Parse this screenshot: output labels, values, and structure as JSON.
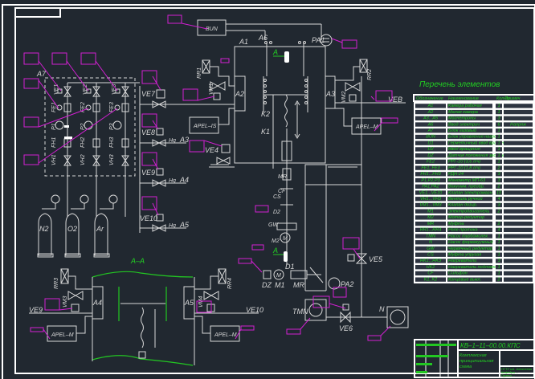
{
  "drawing": {
    "section_label": "A–A",
    "components": {
      "bun": "BUN",
      "a1": "A1",
      "a2": "A2",
      "a3": "A3",
      "a4": "A4",
      "a5": "A5",
      "a6": "A6",
      "a7": "A7",
      "pa1": "PA1",
      "pa2": "PA2",
      "rr1": "RR1",
      "rr2": "RR2",
      "rr3": "RR3",
      "rr4": "RR4",
      "vm1": "VM1",
      "vm2": "VM2",
      "vm3": "VM3",
      "vm4": "VM4",
      "ve1": "VE1",
      "ve2": "VE2",
      "ve3": "VE3",
      "ve4": "VE4",
      "ve5": "VE5",
      "ve6": "VE6",
      "ve7": "VE7",
      "ve8": "VE8",
      "ve9": "VE9",
      "ve10": "VE10",
      "veb": "VEB",
      "fe1": "FE1",
      "fe2": "FE2",
      "fe3": "FE3",
      "p1": "P1",
      "p2": "P2",
      "p3": "P3",
      "fh1": "FH1",
      "fh2": "FH2",
      "fh3": "FH3",
      "vh1": "VH1",
      "vh2": "VH2",
      "vh3": "VH3",
      "k1": "K1",
      "k2": "K2",
      "mr": "MR",
      "cs": "CS",
      "cf": "CF",
      "d1": "D1",
      "d2": "D2",
      "dz": "DZ",
      "gw": "GW",
      "m1": "M1",
      "m2": "M2",
      "m": "M",
      "tmn": "TMN",
      "n": "N",
      "apel_is": "APEL–IS",
      "apel_m": "APEL–M",
      "gas_n2": "N2",
      "gas_o2": "O2",
      "gas_ar": "Ar",
      "line_a3": "A3",
      "line_a4": "A4",
      "line_a5": "A5",
      "hg": "Hg",
      "section_marker": "A"
    }
  },
  "parts_list": {
    "title": "Перечень элементов",
    "columns": [
      "Обозначение",
      "Наименование",
      "Кол-во",
      "Примеч"
    ],
    "rows": [
      [
        "A1",
        "Камера рабочая",
        "1",
        ""
      ],
      [
        "A2",
        "Малая камера",
        "1",
        ""
      ],
      [
        "A3...A5",
        "Магнетроны",
        "3",
        ""
      ],
      [
        "A6",
        "Ввод электрич",
        "6",
        "Напряж"
      ],
      [
        "A7",
        "Блок газовый",
        "1",
        ""
      ],
      [
        "BUN",
        "Блок управления нагрева",
        "1",
        ""
      ],
      [
        "D1",
        "Герметичный ввод вращения",
        "1",
        ""
      ],
      [
        "D2",
        "Ввод вращения",
        "1",
        ""
      ],
      [
        "DZ",
        "Датчик положения заслонки",
        "1",
        ""
      ],
      [
        "FE2",
        "РРГ-10 (3,6 л/ч)",
        "1",
        ""
      ],
      [
        "FE1, FE3",
        "РРГ-10 (1,8 л/ч)",
        "2",
        ""
      ],
      [
        "FH1...FH3",
        "РДН-24",
        "3",
        ""
      ],
      [
        "P1,P2,P3",
        "Манометр МП-63",
        "3",
        ""
      ],
      [
        "PA1,PA2",
        "Вакуумм. преобр.",
        "2",
        ""
      ],
      [
        "VE1...VE10",
        "Клапан электромагн.",
        "10",
        ""
      ],
      [
        "VH1...VH3",
        "Вентиль ручной",
        "4",
        ""
      ],
      [
        "VM1...VM3",
        "Клапан дозир.",
        "3",
        ""
      ],
      [
        "M1",
        "Электродвигатель",
        "2",
        ""
      ],
      [
        "M2",
        "Мотор-редуктор",
        "",
        ""
      ],
      [
        "MR",
        "Муфта",
        "2",
        ""
      ],
      [
        "RR1...RR4",
        "Реле протока",
        "4",
        ""
      ],
      [
        "TMN",
        "Насос турбомолек.",
        "1",
        ""
      ],
      [
        "N",
        "Насос форвакуумный",
        "1",
        ""
      ],
      [
        "GW",
        "Червячный редуктор",
        "1",
        ""
      ],
      [
        "CS",
        "Муфта упругая",
        "1",
        ""
      ],
      [
        "HK1...HK3",
        "Нагреватели",
        "3",
        ""
      ],
      [
        "HK2",
        "Нагреватель подложки",
        "1",
        ""
      ],
      [
        "CF",
        "Сильфон",
        "1",
        ""
      ],
      [
        "K1, K2",
        "Концевые выкл.",
        "2",
        ""
      ]
    ]
  },
  "title_block": {
    "code": "КВ–1–11–00.00.КПС",
    "name_line1": "Комплексная",
    "name_line2": "принципиальная",
    "name_line3": "схема",
    "org_line1": "НГТУ им. Алексеева",
    "org_line2": "Кафедра ...",
    "org_line3": "Группа ..."
  },
  "colors": {
    "background": "#212830",
    "line": "#d8d8d8",
    "annotation": "#d21fd2",
    "text_green": "#22d022",
    "frame": "#ffffff"
  }
}
